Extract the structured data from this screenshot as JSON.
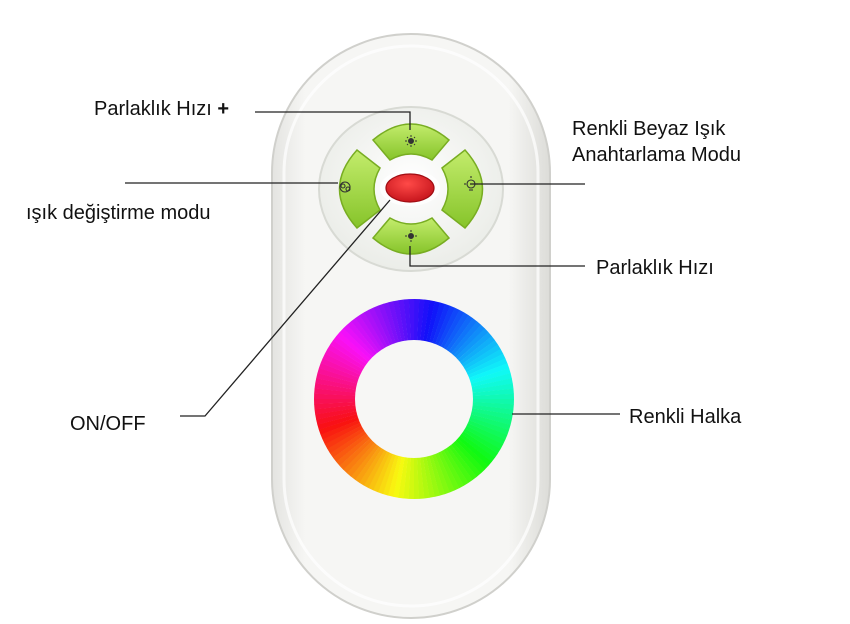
{
  "labels": {
    "brightness_plus": "Parlaklık Hızı",
    "brightness_plus_sign": "+",
    "light_change_mode": "ışık değiştirme modu",
    "white_mode_line1": "Renkli Beyaz Işık",
    "white_mode_line2": "Anahtarlama Modu",
    "brightness_speed": "Parlaklık Hızı",
    "on_off": "ON/OFF",
    "color_ring": "Renkli Halka"
  },
  "colors": {
    "remote_body": "#f4f4f2",
    "button_green": "#9ad43a",
    "button_red": "#d81c24",
    "leader_line": "#222222"
  },
  "icons": [
    "sun-bright-icon",
    "bulb-icon",
    "mode-change-icon",
    "sun-dim-icon"
  ]
}
